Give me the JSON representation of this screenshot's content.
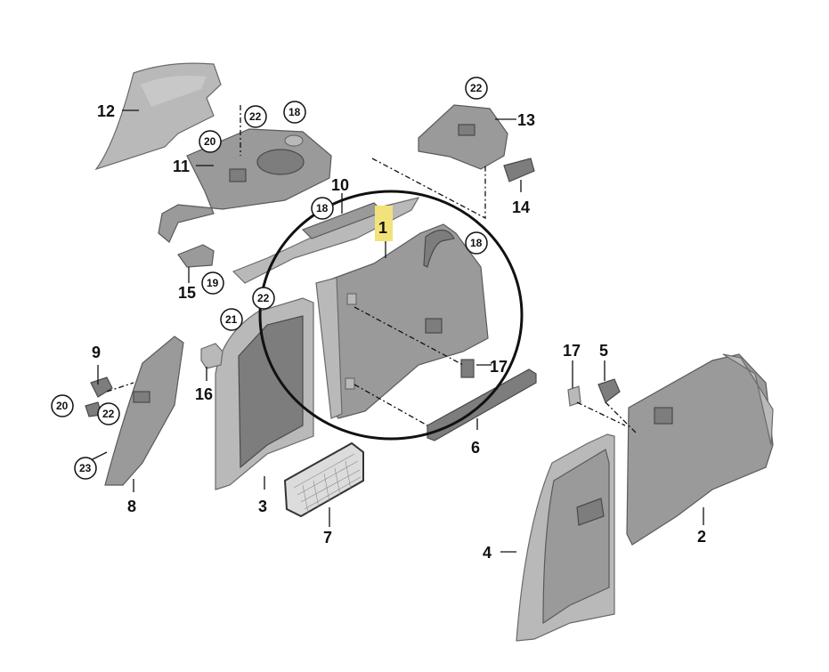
{
  "diagram": {
    "labels": [
      {
        "id": "1",
        "text": "1",
        "highlight": true
      },
      {
        "id": "2",
        "text": "2"
      },
      {
        "id": "3",
        "text": "3"
      },
      {
        "id": "4",
        "text": "4"
      },
      {
        "id": "5",
        "text": "5"
      },
      {
        "id": "6",
        "text": "6"
      },
      {
        "id": "7",
        "text": "7"
      },
      {
        "id": "8",
        "text": "8"
      },
      {
        "id": "9",
        "text": "9"
      },
      {
        "id": "10",
        "text": "10"
      },
      {
        "id": "11",
        "text": "11"
      },
      {
        "id": "12",
        "text": "12"
      },
      {
        "id": "13",
        "text": "13"
      },
      {
        "id": "14",
        "text": "14"
      },
      {
        "id": "15",
        "text": "15"
      },
      {
        "id": "16",
        "text": "16"
      },
      {
        "id": "17a",
        "text": "17"
      },
      {
        "id": "17b",
        "text": "17"
      }
    ],
    "circled_labels": [
      {
        "id": "c18a",
        "text": "18"
      },
      {
        "id": "c18b",
        "text": "18"
      },
      {
        "id": "c18c",
        "text": "18"
      },
      {
        "id": "c19",
        "text": "19"
      },
      {
        "id": "c20a",
        "text": "20"
      },
      {
        "id": "c20b",
        "text": "20"
      },
      {
        "id": "c21",
        "text": "21"
      },
      {
        "id": "c22a",
        "text": "22"
      },
      {
        "id": "c22b",
        "text": "22"
      },
      {
        "id": "c22c",
        "text": "22"
      },
      {
        "id": "c22d",
        "text": "22"
      },
      {
        "id": "c23",
        "text": "23"
      }
    ],
    "colors": {
      "background": "#ffffff",
      "part": "#9a9a9a",
      "highlight": "#f2e27a",
      "outline": "#111111"
    }
  }
}
